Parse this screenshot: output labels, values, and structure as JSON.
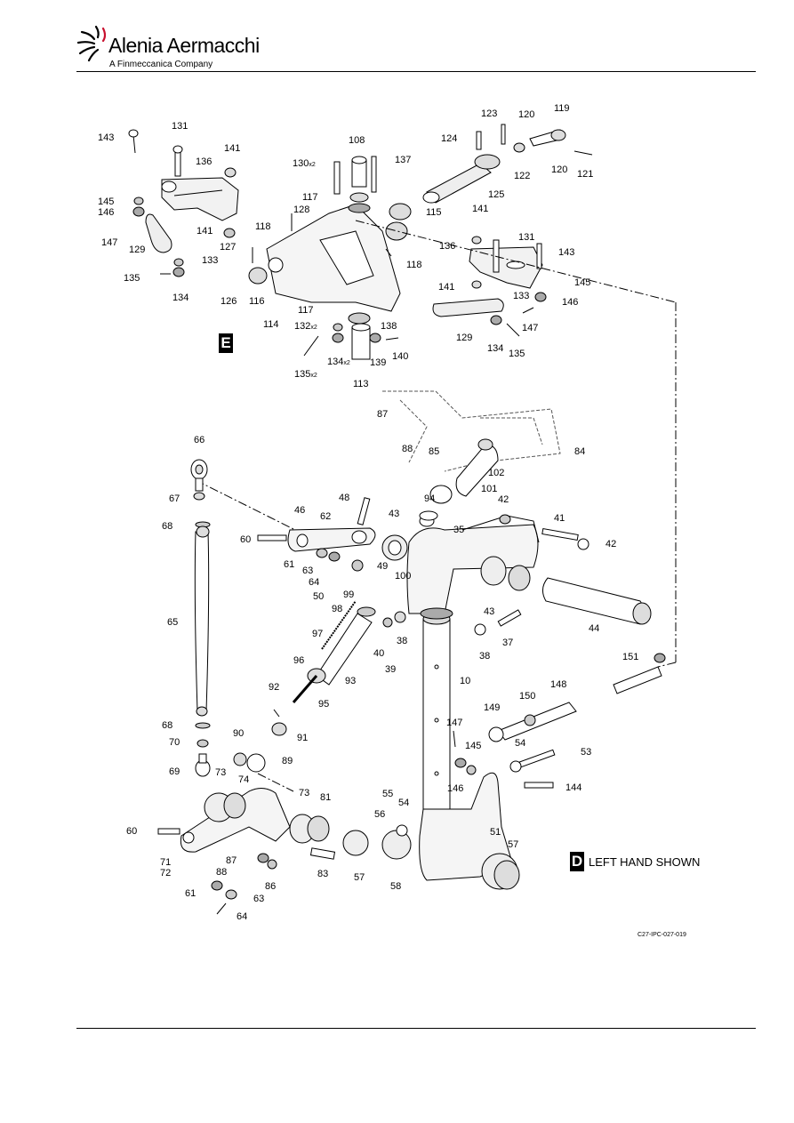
{
  "header": {
    "company_name": "Alenia Aermacchi",
    "company_tagline": "A Finmeccanica Company"
  },
  "view_e": {
    "marker": "E"
  },
  "view_d": {
    "marker": "D",
    "note": "LEFT HAND SHOWN"
  },
  "figure_code": "C27-IPC-027-019",
  "callouts": {
    "c143a": "143",
    "c131a": "131",
    "c141a": "141",
    "c136a": "136",
    "c145a": "145",
    "c146a": "146",
    "c147a": "147",
    "c129a": "129",
    "c141b": "141",
    "c133a": "133",
    "c135a": "135",
    "c134a": "134",
    "c108": "108",
    "c130": "130",
    "c137": "137",
    "c117a": "117",
    "c128": "128",
    "c118a": "118",
    "c115": "115",
    "c127": "127",
    "c118b": "118",
    "c126": "126",
    "c116": "116",
    "c114": "114",
    "c117b": "117",
    "c132": "132",
    "c138": "138",
    "c135b": "135",
    "c134b": "134",
    "c139": "139",
    "c140": "140",
    "c113": "113",
    "c123": "123",
    "c120a": "120",
    "c119": "119",
    "c124": "124",
    "c122": "122",
    "c120b": "120",
    "c121": "121",
    "c125": "125",
    "c141c": "141",
    "c131b": "131",
    "c136b": "136",
    "c143b": "143",
    "c141d": "141",
    "c145b": "145",
    "c133b": "133",
    "c146b": "146",
    "c129b": "129",
    "c147b": "147",
    "c134c": "134",
    "c135c": "135",
    "c87a": "87",
    "c88a": "88",
    "c85": "85",
    "c84": "84",
    "c102": "102",
    "c101": "101",
    "c66": "66",
    "c67": "67",
    "c68a": "68",
    "c48": "48",
    "c46": "46",
    "c62": "62",
    "c94": "94",
    "c43a": "43",
    "c42a": "42",
    "c41": "41",
    "c42b": "42",
    "c60a": "60",
    "c35": "35",
    "c61a": "61",
    "c63a": "63",
    "c49": "49",
    "c64a": "64",
    "c100": "100",
    "c50": "50",
    "c99": "99",
    "c98": "98",
    "c43b": "43",
    "c65": "65",
    "c97": "97",
    "c38a": "38",
    "c37": "37",
    "c38b": "38",
    "c44": "44",
    "c40": "40",
    "c39": "39",
    "c96": "96",
    "c93": "93",
    "c151": "151",
    "c92": "92",
    "c10": "10",
    "c148": "148",
    "c95": "95",
    "c150": "150",
    "c149": "149",
    "c68b": "68",
    "c147c": "147",
    "c90": "90",
    "c91": "91",
    "c70": "70",
    "c145c": "145",
    "c54a": "54",
    "c53": "53",
    "c89": "89",
    "c69": "69",
    "c73a": "73",
    "c146c": "146",
    "c144": "144",
    "c74": "74",
    "c73b": "73",
    "c81": "81",
    "c55": "55",
    "c54b": "54",
    "c56": "56",
    "c60b": "60",
    "c51": "51",
    "c57a": "57",
    "c71": "71",
    "c72": "72",
    "c87b": "87",
    "c88b": "88",
    "c86": "86",
    "c83": "83",
    "c57b": "57",
    "c58": "58",
    "c61b": "61",
    "c63b": "63",
    "c64b": "64"
  },
  "multipliers": {
    "x2": "x2"
  }
}
